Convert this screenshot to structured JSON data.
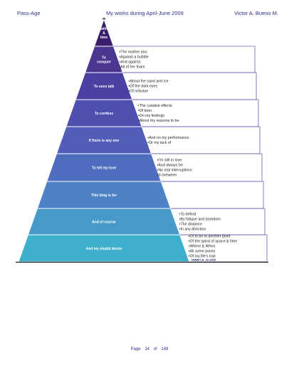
{
  "header": {
    "left": "Pass-Age",
    "center": "My works during April-June 2009",
    "right": "Victor A. Bueno M."
  },
  "pyramid": {
    "levels": [
      {
        "label": "with\n&\ntime",
        "color": "#3b1f6e",
        "bullets": []
      },
      {
        "label": "To\nconquer",
        "color": "#4b3690",
        "bullets": [
          "The mother sea",
          "Against a bubble",
          "And against",
          "All of her foam"
        ]
      },
      {
        "label": "To even talk",
        "color": "#4a41a2",
        "bullets": [
          "About the sand and ice",
          "Of the dark eyes",
          "Of nebulae"
        ]
      },
      {
        "label": "To confess",
        "color": "#4f4faf",
        "bullets": [
          "The curative effects",
          "Of beer",
          "On my feelings",
          "About my reasons to be"
        ]
      },
      {
        "label": "If there is any one",
        "color": "#525db7",
        "bullets": [
          "And on my performance",
          "Or my lack of"
        ]
      },
      {
        "label": "To tell my love",
        "color": "#4f6ebf",
        "bullets": [
          "I'm still in love",
          "And always be",
          "No mal interruptions",
          "In between"
        ]
      },
      {
        "label": "This blog is for",
        "color": "#4e82c6",
        "bullets": []
      },
      {
        "label": "And of course",
        "color": "#4699c9",
        "bullets": [
          "To defeat",
          "By fatigue and boredom",
          "The distance",
          "In any direction"
        ]
      },
      {
        "label": "And my stupid desire",
        "color": "#3fb0cc",
        "bullets": [
          "Of to be in another point",
          "Of the spiral of space & time",
          "Where & When",
          "All some points",
          "Of my life's trail"
        ],
        "signature": "VABM I.A. 26 2009"
      }
    ]
  },
  "footer": {
    "page_word": "Page",
    "page_number": "14",
    "of_word": "of",
    "total_pages": "148"
  }
}
